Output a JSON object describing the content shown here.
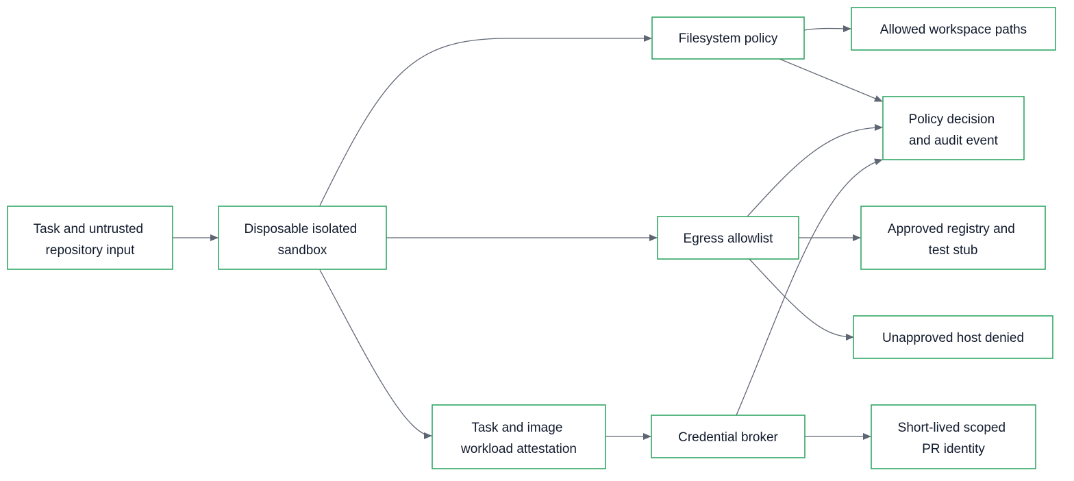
{
  "diagram": {
    "nodes": {
      "task_input": {
        "lines": [
          "Task and untrusted",
          "repository input"
        ]
      },
      "sandbox": {
        "lines": [
          "Disposable isolated",
          "sandbox"
        ]
      },
      "fs_policy": {
        "lines": [
          "Filesystem policy"
        ]
      },
      "egress": {
        "lines": [
          "Egress allowlist"
        ]
      },
      "attestation": {
        "lines": [
          "Task and image",
          "workload attestation"
        ]
      },
      "cred_broker": {
        "lines": [
          "Credential broker"
        ]
      },
      "workspace_paths": {
        "lines": [
          "Allowed workspace paths"
        ]
      },
      "policy_decision": {
        "lines": [
          "Policy decision",
          "and audit event"
        ]
      },
      "approved_registry": {
        "lines": [
          "Approved registry and",
          "test stub"
        ]
      },
      "host_denied": {
        "lines": [
          "Unapproved host denied"
        ]
      },
      "pr_identity": {
        "lines": [
          "Short-lived scoped",
          "PR identity"
        ]
      }
    },
    "edges": [
      {
        "from": "task_input",
        "to": "sandbox"
      },
      {
        "from": "sandbox",
        "to": "fs_policy"
      },
      {
        "from": "sandbox",
        "to": "egress"
      },
      {
        "from": "sandbox",
        "to": "attestation"
      },
      {
        "from": "fs_policy",
        "to": "workspace_paths"
      },
      {
        "from": "fs_policy",
        "to": "policy_decision"
      },
      {
        "from": "egress",
        "to": "policy_decision"
      },
      {
        "from": "egress",
        "to": "approved_registry"
      },
      {
        "from": "egress",
        "to": "host_denied"
      },
      {
        "from": "attestation",
        "to": "cred_broker"
      },
      {
        "from": "cred_broker",
        "to": "policy_decision"
      },
      {
        "from": "cred_broker",
        "to": "pr_identity"
      }
    ]
  }
}
